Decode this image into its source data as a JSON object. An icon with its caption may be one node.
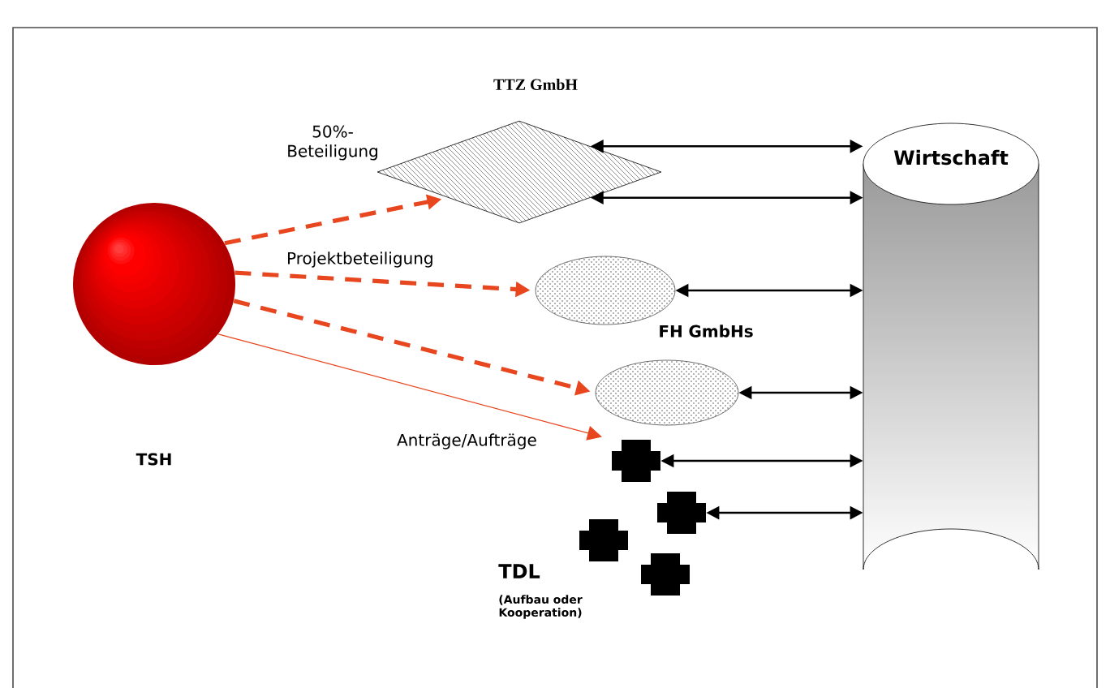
{
  "diagram": {
    "nodes": [
      {
        "text": [],
        "shape": "circle"
      },
      {
        "text": [
          "TTZ GmbH"
        ]
      },
      {
        "text": [],
        "shape": "ellipse"
      },
      {
        "text": [],
        "shape": "ellipse"
      },
      {
        "text": [],
        "shape": "cross"
      },
      {
        "text": [],
        "shape": "cross"
      },
      {
        "text": [],
        "shape": "cross"
      },
      {
        "text": [],
        "shape": "cross"
      },
      {
        "text": [
          "Wirtschaft"
        ]
      }
    ],
    "edges": [
      {
        "from": 0,
        "to": 1,
        "arrow": "to",
        "label": "50%- Beteiligung",
        "style": "dashed",
        "color": "#e8461e"
      },
      {
        "from": 0,
        "to": 2,
        "arrow": "to",
        "label": "Projektbeteiligung",
        "style": "dashed",
        "color": "#e8461e"
      },
      {
        "from": 0,
        "to": 3,
        "arrow": "to",
        "style": "dashed",
        "color": "#e8461e"
      },
      {
        "from": 0,
        "to": 4,
        "arrow": "to",
        "label": "Anträge/Aufträge",
        "color": "#e8461e"
      },
      {
        "from": 1,
        "to": 8,
        "arrow": "both"
      },
      {
        "from": 1,
        "to": 8,
        "arrow": "both"
      },
      {
        "from": 2,
        "to": 8,
        "arrow": "both"
      },
      {
        "from": 3,
        "to": 8,
        "arrow": "both"
      },
      {
        "from": 4,
        "to": 8,
        "arrow": "both"
      },
      {
        "from": 5,
        "to": 8,
        "arrow": "both"
      }
    ],
    "labels": [
      "TSH",
      "FH GmbHs",
      "TDL",
      "(Aufbau oder Kooperation)"
    ]
  }
}
